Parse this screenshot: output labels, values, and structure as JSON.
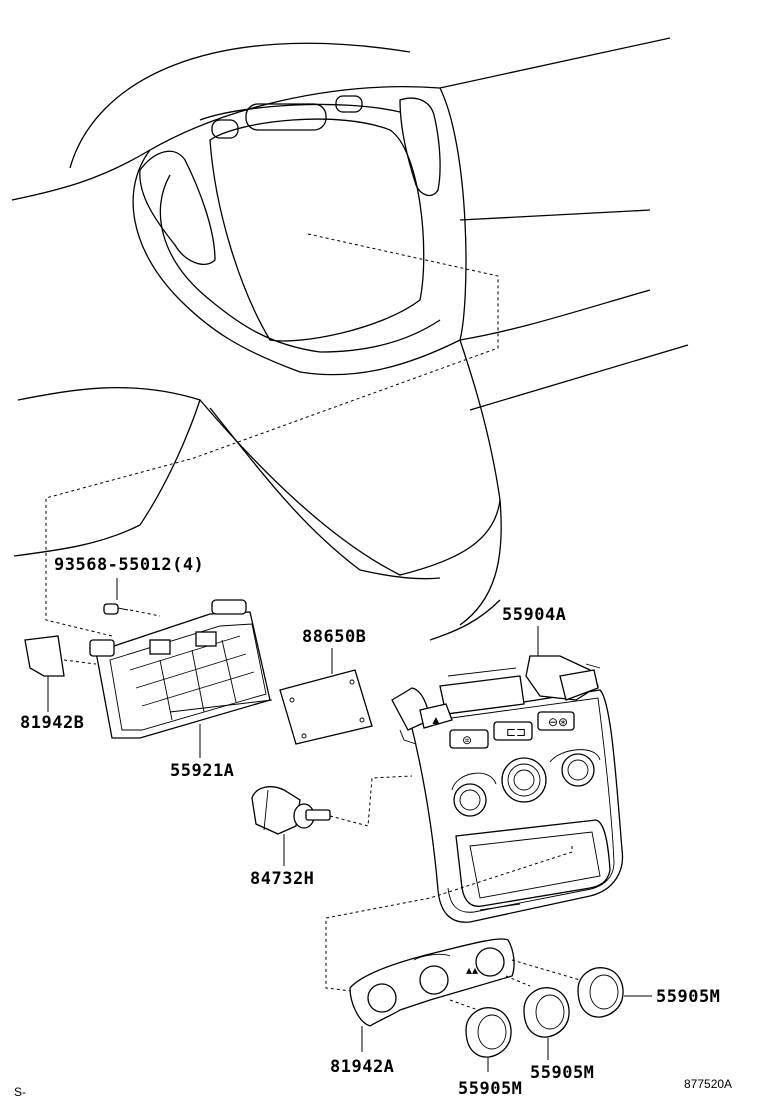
{
  "labels": {
    "p93568": "93568-55012(4)",
    "p81942B": "81942B",
    "p55921A": "55921A",
    "p88650B": "88650B",
    "p55904A": "55904A",
    "p84732H": "84732H",
    "p81942A": "81942A",
    "p55905M_a": "55905M",
    "p55905M_b": "55905M",
    "p55905M_c": "55905M"
  },
  "corner": {
    "left_code": "S-",
    "figure_id": "877520A"
  }
}
